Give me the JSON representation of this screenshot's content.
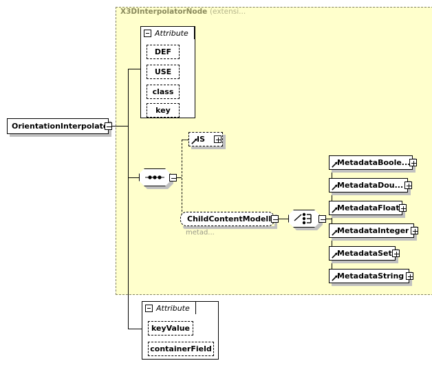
{
  "diagram": {
    "type": "xml-schema-diagram",
    "root": {
      "label": "OrientationInterpolator",
      "expander": "minus"
    },
    "extension_panel": {
      "base_type": "X3DInterpolatorNode",
      "suffix": "(extensi...",
      "accent_color": "#ffffcc",
      "border_color": "#808060"
    },
    "attribute_group_top": {
      "tab_label": "Attribute",
      "expander": "minus",
      "items": [
        {
          "label": "DEF"
        },
        {
          "label": "USE"
        },
        {
          "label": "class"
        },
        {
          "label": "key"
        }
      ]
    },
    "attribute_group_bottom": {
      "tab_label": "Attribute",
      "expander": "minus",
      "items": [
        {
          "label": "keyValue"
        },
        {
          "label": "containerField"
        }
      ]
    },
    "sequence_compositor": {
      "kind": "sequence",
      "expander": "minus"
    },
    "choice_compositor": {
      "kind": "choice",
      "expander": "minus"
    },
    "is_node": {
      "label": "IS",
      "expander": "plus"
    },
    "child_content_model": {
      "label": "ChildContentModelIC...",
      "expander": "minus",
      "annotation": "metad..."
    },
    "metadata_nodes": [
      {
        "label": "MetadataBoole...",
        "expander": "plus"
      },
      {
        "label": "MetadataDou...",
        "expander": "plus"
      },
      {
        "label": "MetadataFloat",
        "expander": "plus"
      },
      {
        "label": "MetadataInteger",
        "expander": "plus"
      },
      {
        "label": "MetadataSet",
        "expander": "plus"
      },
      {
        "label": "MetadataString",
        "expander": "plus"
      }
    ]
  }
}
